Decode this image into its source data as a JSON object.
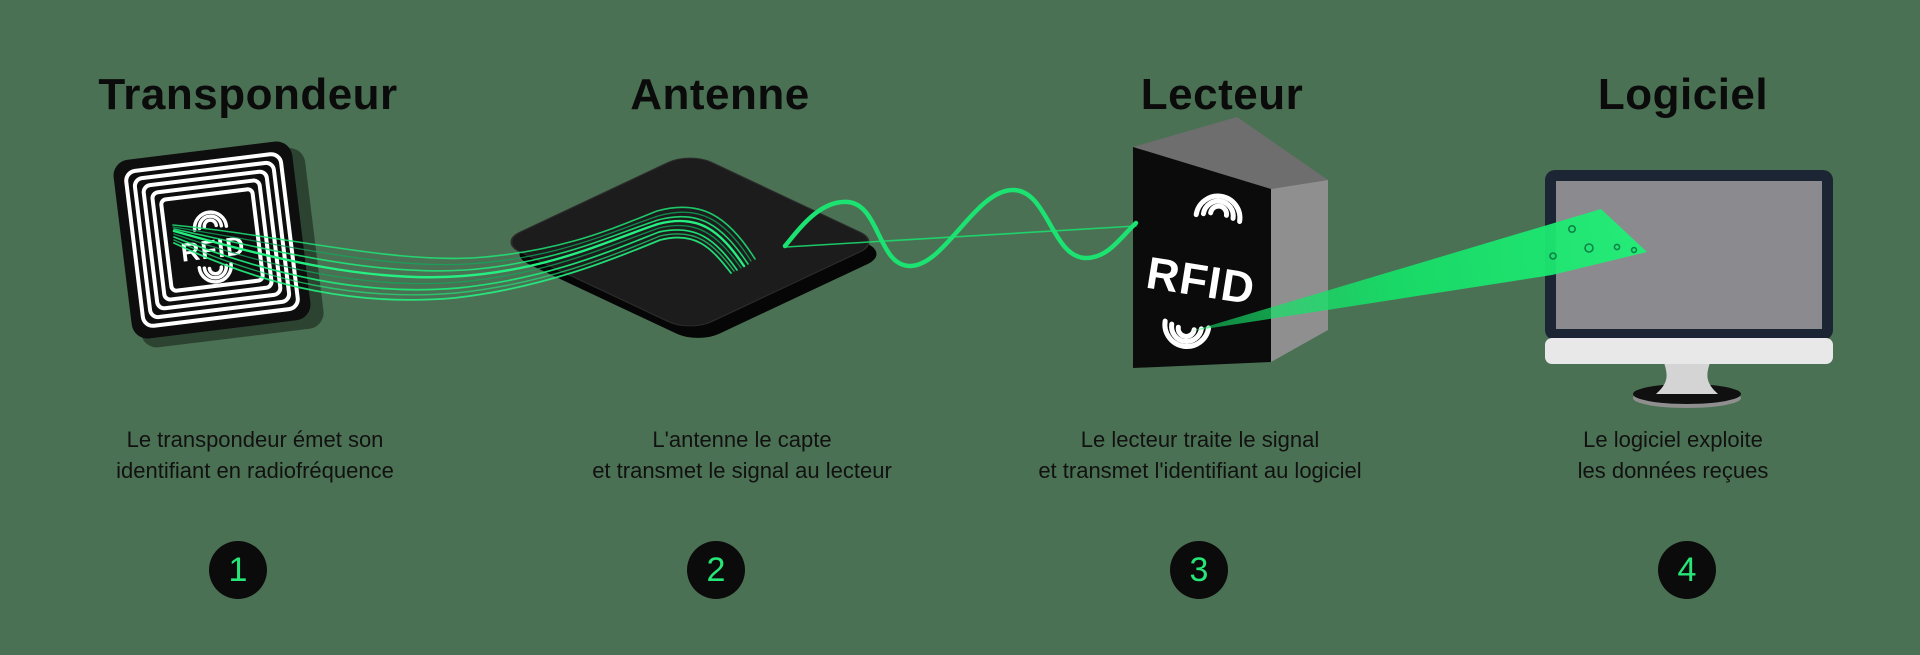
{
  "diagram": {
    "topic": "RFID process",
    "colors": {
      "background": "#4B7154",
      "accent_green": "#1FE678",
      "device_black": "#0D0D0D",
      "monitor_frame_navy": "#1B2533",
      "monitor_screen_gray": "#8B8A8E"
    },
    "labels": {
      "tag_rfid": "RFID",
      "reader_rfid": "RFID"
    },
    "steps": [
      {
        "number": "1",
        "title": "Transpondeur",
        "caption_line1": "Le transpondeur émet son",
        "caption_line2": "identifiant en radiofréquence",
        "icon": "rfid-tag-icon"
      },
      {
        "number": "2",
        "title": "Antenne",
        "caption_line1": "L'antenne le capte",
        "caption_line2": "et transmet le signal au lecteur",
        "icon": "antenna-panel-icon"
      },
      {
        "number": "3",
        "title": "Lecteur",
        "caption_line1": "Le lecteur traite le signal",
        "caption_line2": "et transmet l'identifiant au logiciel",
        "icon": "rfid-reader-icon"
      },
      {
        "number": "4",
        "title": "Logiciel",
        "caption_line1": "Le logiciel exploite",
        "caption_line2": "les données reçues",
        "icon": "computer-monitor-icon"
      }
    ]
  }
}
